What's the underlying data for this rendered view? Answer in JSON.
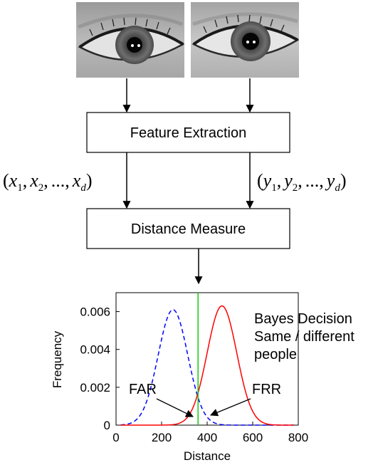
{
  "diagram": {
    "steps": [
      {
        "label": "Feature Extraction"
      },
      {
        "label": "Distance Measure"
      }
    ],
    "left_vector": {
      "open": "(",
      "v1": "x",
      "s1": "1",
      "v2": "x",
      "s2": "2",
      "dots": "...",
      "vd": "x",
      "sd": "d",
      "close": ")",
      "comma": ","
    },
    "right_vector": {
      "open": "(",
      "v1": "y",
      "s1": "1",
      "v2": "y",
      "s2": "2",
      "dots": "...",
      "vd": "y",
      "sd": "d",
      "close": ")",
      "comma": ","
    }
  },
  "chart_data": {
    "type": "line",
    "xlabel": "Distance",
    "ylabel": "Frequency",
    "xlim": [
      0,
      800
    ],
    "ylim": [
      0,
      0.007
    ],
    "x_ticks": [
      "0",
      "200",
      "400",
      "600",
      "800"
    ],
    "y_ticks": [
      "0",
      "0.002",
      "0.004",
      "0.006"
    ],
    "series": [
      {
        "style": "dashed",
        "color": "#0000ff",
        "mean": 250,
        "std": 65,
        "peak": 0.0061
      },
      {
        "style": "solid",
        "color": "#ff0000",
        "mean": 465,
        "std": 65,
        "peak": 0.0063
      }
    ],
    "threshold": {
      "x": 360,
      "color": "#00c800"
    },
    "annotations": {
      "far": "FAR",
      "frr": "FRR",
      "decision_line1": "Bayes Decision",
      "decision_line2": "Same / different",
      "decision_line3": "people"
    },
    "colors": {
      "far_curve": "#0000ff",
      "frr_curve": "#ff0000",
      "threshold": "#00c800"
    }
  }
}
